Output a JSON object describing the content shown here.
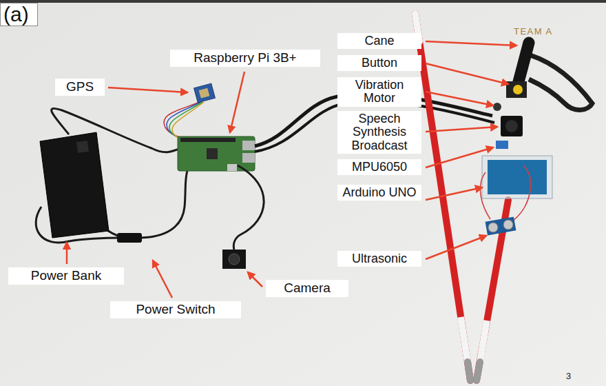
{
  "diagram": {
    "nodes": [
      {
        "text": [
          "(a)"
        ]
      },
      {
        "text": [
          "Raspberry Pi 3B+"
        ]
      },
      {
        "text": [
          "Cane"
        ]
      },
      {
        "text": [
          "Button"
        ]
      },
      {
        "text": [
          "GPS"
        ]
      },
      {
        "text": [
          "Vibration Motor"
        ]
      },
      {
        "text": [
          "Speech Synthesis Broadcast"
        ]
      },
      {
        "text": [
          "MPU6050"
        ]
      },
      {
        "text": [
          "Arduino UNO"
        ]
      },
      {
        "text": [
          "Ultrasonic"
        ]
      },
      {
        "text": [
          "Power Bank"
        ]
      },
      {
        "text": [
          "Camera"
        ]
      },
      {
        "text": [
          "Power Switch"
        ]
      }
    ],
    "labels": [
      "TEAM A",
      "3"
    ]
  }
}
